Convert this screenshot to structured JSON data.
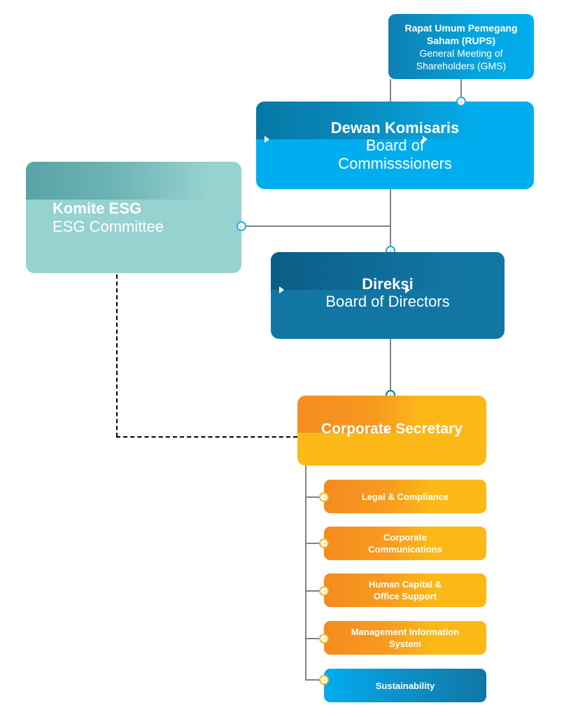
{
  "org_chart": {
    "rups": {
      "title": "Rapat Umum Pemegang Saham (RUPS)",
      "subtitle": "General Meeting of Shareholders (GMS)"
    },
    "board_of_commissioners": {
      "title": "Dewan Komisaris",
      "subtitle_line1": "Board of",
      "subtitle_line2": "Commisssioners"
    },
    "esg_committee": {
      "title": "Komite ESG",
      "subtitle": "ESG Committee"
    },
    "board_of_directors": {
      "title": "Direksi",
      "subtitle": "Board of Directors"
    },
    "corporate_secretary": {
      "title": "Corporate Secretary"
    },
    "units": [
      {
        "line1": "Legal & Compliance",
        "line2": ""
      },
      {
        "line1": "Corporate",
        "line2": "Communications"
      },
      {
        "line1": "Human Capital &",
        "line2": "Office Support"
      },
      {
        "line1": "Management Information",
        "line2": "System"
      },
      {
        "line1": "Sustainability",
        "line2": ""
      }
    ],
    "colors": {
      "cyan": "#00aeef",
      "dark_blue": "#1276a4",
      "teal": "#96d2cf",
      "orange": "#f58c1f",
      "yellow": "#fbb817",
      "connector_line": "#808285"
    }
  }
}
